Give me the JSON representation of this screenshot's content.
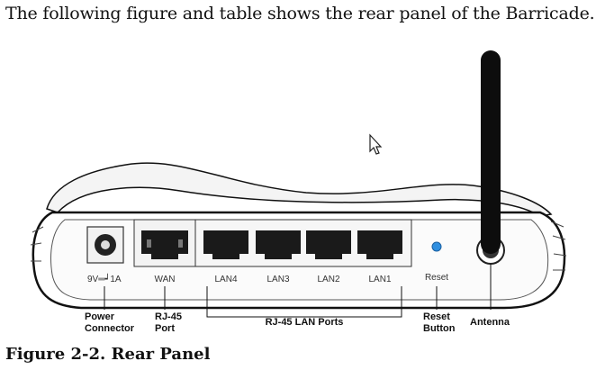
{
  "intro_text": "The following figure and table shows the rear panel of the Barricade.",
  "caption": "Figure 2-2.  Rear Panel",
  "panel_labels": {
    "power": "9V═┙1A",
    "wan": "WAN",
    "lan4": "LAN4",
    "lan3": "LAN3",
    "lan2": "LAN2",
    "lan1": "LAN1",
    "reset": "Reset"
  },
  "callouts": {
    "power_line1": "Power",
    "power_line2": "Connector",
    "rj45_line1": "RJ-45",
    "rj45_line2": "Port",
    "lan_ports": "RJ-45 LAN Ports",
    "reset_line1": "Reset",
    "reset_line2": "Button",
    "antenna": "Antenna"
  },
  "colors": {
    "reset_led": "#2f8fe0",
    "body_outline": "#111111",
    "port": "#1a1a1a"
  },
  "icons": [
    "mouse-cursor-icon"
  ]
}
